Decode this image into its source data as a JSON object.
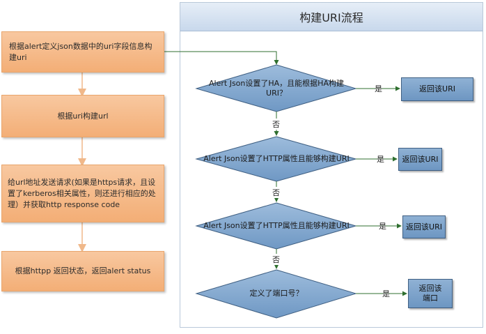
{
  "panel": {
    "title": "构建URI流程"
  },
  "left_flow": [
    "根据alert定义json数据中的uri字段信息构建uri",
    "根据uri构建url",
    "给url地址发送请求(如果是https请求，且设置了kerberos相关属性，则还进行相应的处理）并获取http response code",
    "根据httpp 返回状态，返回alert status"
  ],
  "decisions": [
    "Alert Json设置了HA，且能根据HA构建URI？",
    "Alert Json设置了HTTP属性且能够构建URI",
    "Alert Json设置了HTTP属性且能够构建URI",
    "定义了端口号？"
  ],
  "results": [
    "返回该URI",
    "返回该URI",
    "返回该URI",
    "返回该端口"
  ],
  "labels": {
    "yes": "是",
    "no": "否"
  },
  "colors": {
    "left_box": "#f3ae76",
    "diamond": "#7ea6cf",
    "result_box": "#7ea6cf",
    "arrow": "#f0b88a",
    "connector": "#3a8f3a"
  }
}
